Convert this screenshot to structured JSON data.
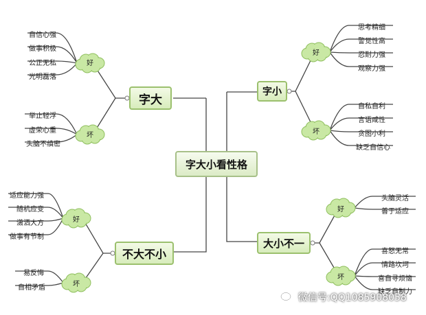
{
  "center": "字大小看性格",
  "branches": {
    "zi_da": {
      "title": "字大",
      "good_label": "好",
      "good": [
        "自信心强",
        "做事积极",
        "公正无私",
        "光明磊落"
      ],
      "bad_label": "坏",
      "bad": [
        "举止轻浮",
        "虚荣心重",
        "头脑不缜密"
      ]
    },
    "zi_xiao": {
      "title": "字小",
      "good_label": "好",
      "good": [
        "思考精细",
        "警觉性高",
        "忍耐力强",
        "观察力强"
      ],
      "bad_label": "坏",
      "bad": [
        "自私自利",
        "言语咸性",
        "贪图小利",
        "缺乏自信心"
      ]
    },
    "bu_da_bu_xiao": {
      "title": "不大不小",
      "good_label": "好",
      "good": [
        "适应能力强",
        "随机应变",
        "潇洒大方",
        "做事有节制"
      ],
      "bad_label": "坏",
      "bad": [
        "易反悔",
        "自相矛盾"
      ]
    },
    "da_xiao_bu_yi": {
      "title": "大小不一",
      "good_label": "好",
      "good": [
        "头脑灵活",
        "善于适应"
      ],
      "bad_label": "坏",
      "bad": [
        "喜怒无常",
        "情路坎坷",
        "喜自寻烦恼",
        "缺乏自制力"
      ]
    }
  },
  "watermark": "微信号:QQ1085908058",
  "colors": {
    "cloud_fill": "#c9e8a4",
    "cloud_stroke": "#8fbf5e",
    "connector": "#444444",
    "node_border": "#9bc06d"
  }
}
